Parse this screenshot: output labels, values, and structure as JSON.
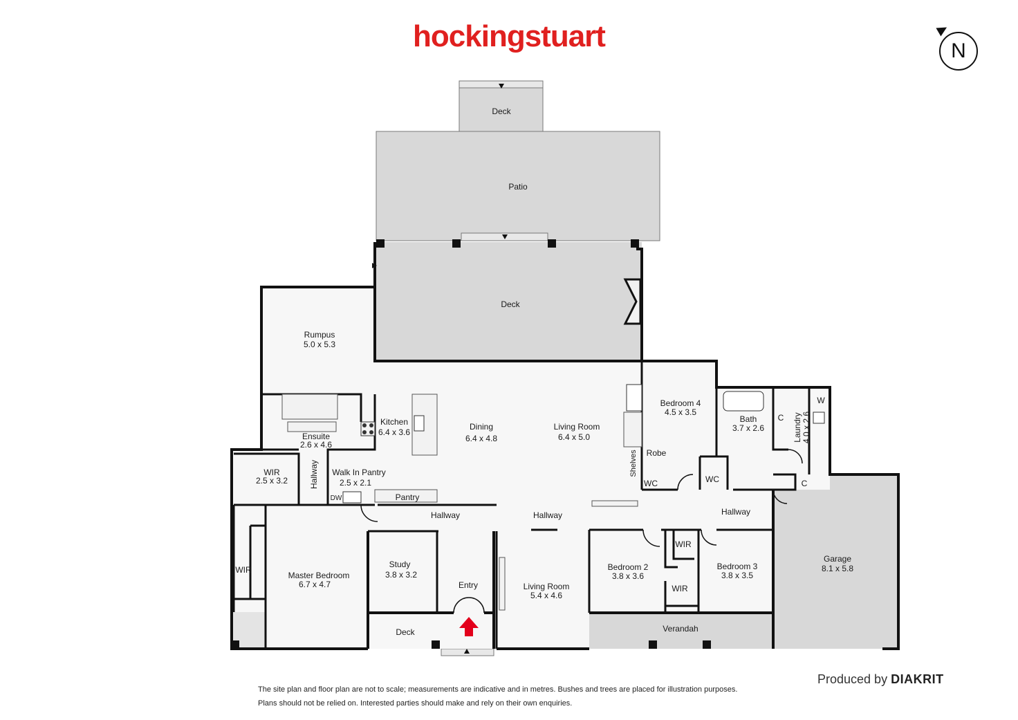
{
  "brand": {
    "logo": "hockingstuart"
  },
  "compass": {
    "label": "N"
  },
  "rooms": {
    "deck_top": {
      "name": "Deck"
    },
    "patio": {
      "name": "Patio"
    },
    "deck_main": {
      "name": "Deck"
    },
    "rumpus": {
      "name": "Rumpus",
      "size": "5.0 x 5.3"
    },
    "kitchen": {
      "name": "Kitchen",
      "size": "6.4 x 3.6"
    },
    "dining": {
      "name": "Dining",
      "size": "6.4 x 4.8"
    },
    "living_room_1": {
      "name": "Living Room",
      "size": "6.4 x 5.0"
    },
    "bedroom_4": {
      "name": "Bedroom 4",
      "size": "4.5 x 3.5"
    },
    "bath": {
      "name": "Bath",
      "size": "3.7 x 2.6"
    },
    "laundry": {
      "name": "Laundry",
      "size": "4.0 x 2.6"
    },
    "w": {
      "name": "W"
    },
    "c1": {
      "name": "C"
    },
    "c2": {
      "name": "C"
    },
    "ensuite": {
      "name": "Ensuite",
      "size": "2.6 x 4.6"
    },
    "wir_1": {
      "name": "WIR",
      "size": "2.5 x 3.2"
    },
    "hallway_v": {
      "name": "Hallway"
    },
    "walk_in_pantry": {
      "name": "Walk In Pantry",
      "size": "2.5 x 2.1"
    },
    "dw": {
      "name": "DW"
    },
    "pantry": {
      "name": "Pantry"
    },
    "shelves": {
      "name": "Shelves"
    },
    "robe": {
      "name": "Robe"
    },
    "wc_1": {
      "name": "WC"
    },
    "wc_2": {
      "name": "WC"
    },
    "hallway_1": {
      "name": "Hallway"
    },
    "hallway_2": {
      "name": "Hallway"
    },
    "hallway_3": {
      "name": "Hallway"
    },
    "wir_2": {
      "name": "WIR"
    },
    "master_bedroom": {
      "name": "Master Bedroom",
      "size": "6.7 x 4.7"
    },
    "study": {
      "name": "Study",
      "size": "3.8 x 3.2"
    },
    "entry": {
      "name": "Entry"
    },
    "living_room_2": {
      "name": "Living Room",
      "size": "5.4 x 4.6"
    },
    "bedroom_2": {
      "name": "Bedroom 2",
      "size": "3.8 x 3.6"
    },
    "wir_3": {
      "name": "WIR"
    },
    "wir_4": {
      "name": "WIR"
    },
    "bedroom_3": {
      "name": "Bedroom 3",
      "size": "3.8 x 3.5"
    },
    "garage": {
      "name": "Garage",
      "size": "8.1 x 5.8"
    },
    "deck_front": {
      "name": "Deck"
    },
    "verandah": {
      "name": "Verandah"
    }
  },
  "footer": {
    "disclaimer_line1": "The site plan and floor plan are not to scale; measurements are indicative and in metres. Bushes and trees are placed for illustration purposes.",
    "disclaimer_line2": "Plans should not be relied on. Interested parties should make and rely on their own enquiries.",
    "produced_by": "Produced by",
    "producer": "DIAKRIT"
  },
  "colors": {
    "brand_red": "#e0201f",
    "entry_arrow": "#e3001b",
    "outdoor_fill": "#d8d8d8",
    "indoor_fill": "#f7f7f7",
    "wall": "#111111"
  }
}
